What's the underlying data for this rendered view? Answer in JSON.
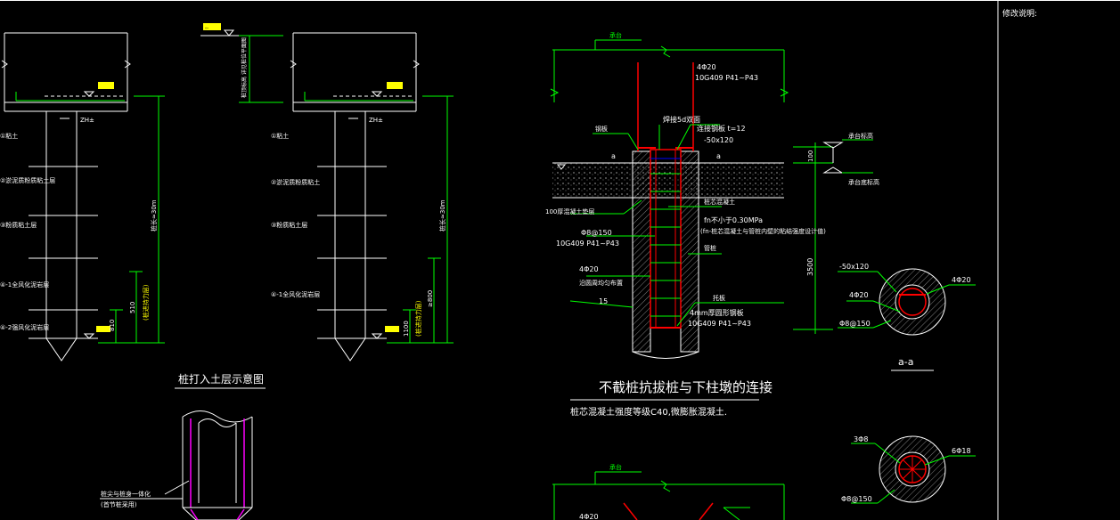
{
  "panel": {
    "revision_label": "修改说明:"
  },
  "pile_section_1": {
    "level_tag": "ZH±",
    "layers": [
      "①粘土",
      "②淤泥质粉质粘土层",
      "③粉质粘土层",
      "④-1全风化泥岩层",
      "④-2强风化泥岩层"
    ],
    "pile_length": "桩长≈30m",
    "dim_1": "510",
    "dim_2": "810",
    "dim_note": "(桩进持力层)"
  },
  "pile_section_2": {
    "level_tag": "ZH±",
    "layers": [
      "①粘土",
      "②淤泥质粉质粘土",
      "③粉质粘土层",
      "④-1全风化泥岩层"
    ],
    "pile_length": "桩长≈30m",
    "dim_1": "≥800",
    "dim_2": "1100",
    "dim_note": "(桩进持力层)"
  },
  "middle_note": {
    "top_tag": "地面标高",
    "vertical_note": "桩顶标高 详见桩位平面图"
  },
  "pile_entry_title": "桩打入土层示意图",
  "pile_entry_note_1": "桩尖与桩身一体化",
  "pile_entry_note_2": "(首节桩采用)",
  "connection": {
    "title": "不截桩抗拔桩与下柱墩的连接",
    "subtitle": "桩芯混凝土强度等级C40,微膨胀混凝土.",
    "cap_label": "承台",
    "rebar_top": "4Φ20",
    "rebar_ref_1": "10G409 P41~P43",
    "weld_label": "焊接5d双面",
    "plate_label": "钢板",
    "steel_plate": "连接钢板 t=12",
    "plate_size": "-50x120",
    "a_left": "a",
    "a_right": "a",
    "cushion": "100厚混凝土垫层",
    "core_concrete": "桩芯混凝土",
    "fn_text": "fn不小于0.30MPa",
    "fn_note": "(fn-桩芯混凝土与管桩内壁的粘结强度设计值)",
    "pipe_pile": "管桩",
    "stirrup": "Φ8@150",
    "stirrup_ref": "10G409 P41~P43",
    "rebar_2": "4Φ20",
    "rebar_2_note": "沿圆周均匀布置",
    "dim_15": "15",
    "bottom_plate": "托板",
    "bottom_plate_note": "4mm厚圆形钢板",
    "bottom_ref": "10G409 P41~P43",
    "dim_3500": "3500",
    "dim_100": "100",
    "cap_top": "承台标高",
    "cap_bottom": "承台底标高"
  },
  "section_aa": {
    "label": "a-a",
    "plate": "-50x120",
    "rebar_l": "4Φ20",
    "rebar_r": "4Φ20",
    "stirrup": "Φ8@150"
  },
  "section_bb": {
    "rebar_l": "3Φ8",
    "rebar_r": "6Φ18",
    "stirrup": "Φ8@150"
  },
  "connection_2": {
    "cap_label": "承台",
    "rebar_top": "4Φ20"
  },
  "colors": {
    "background": "#000000",
    "line_white": "#ffffff",
    "line_green": "#00ff00",
    "line_red": "#ff0000",
    "line_yellow": "#ffff00",
    "line_magenta": "#ff00ff"
  }
}
